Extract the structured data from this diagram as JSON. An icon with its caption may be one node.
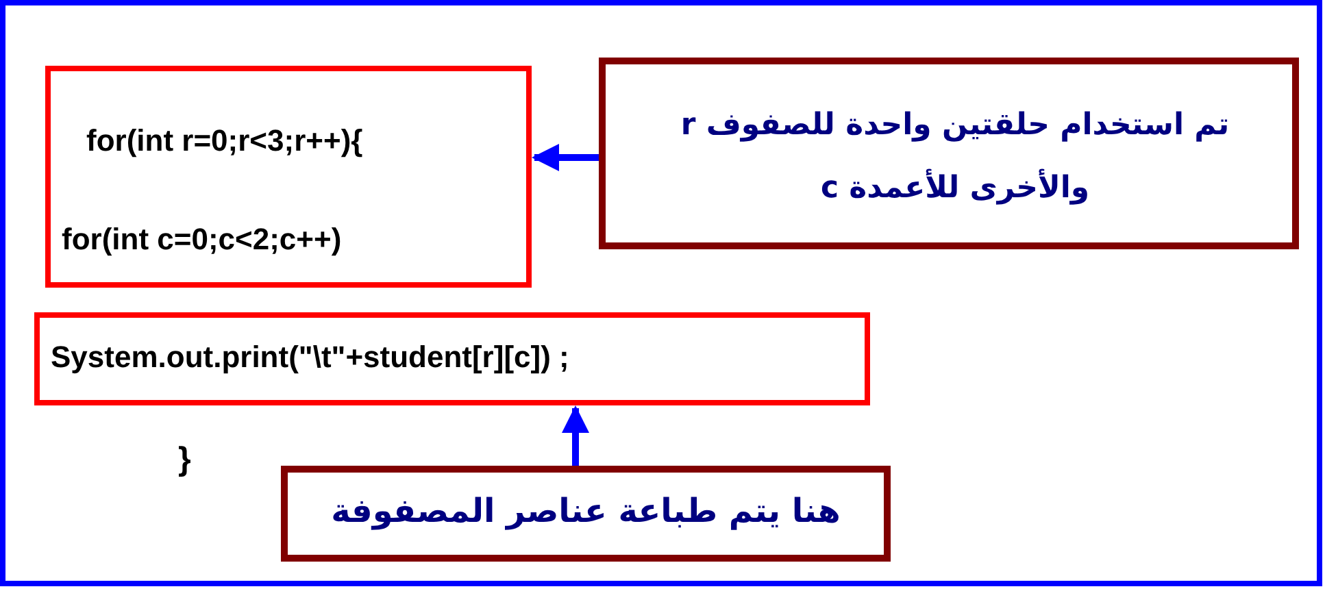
{
  "diagram": {
    "nodes": [
      {
        "text": [
          "for(int r=0;r<3;r++){",
          "for(int c=0;c<2;c++)"
        ]
      },
      {
        "text": [
          "تم استخدام حلقتين واحدة للصفوف r والأخرى للأعمدة c"
        ]
      },
      {
        "text": [
          "System.out.print(\"\\t\"+student[r][c]) ;"
        ]
      },
      {
        "text": [
          "هنا يتم طباعة عناصر المصفوفة"
        ]
      }
    ],
    "edges": [
      {
        "from": 1,
        "to": 0,
        "arrow": "to"
      },
      {
        "from": 3,
        "to": 2,
        "arrow": "to"
      }
    ],
    "labels": [
      "}"
    ]
  }
}
